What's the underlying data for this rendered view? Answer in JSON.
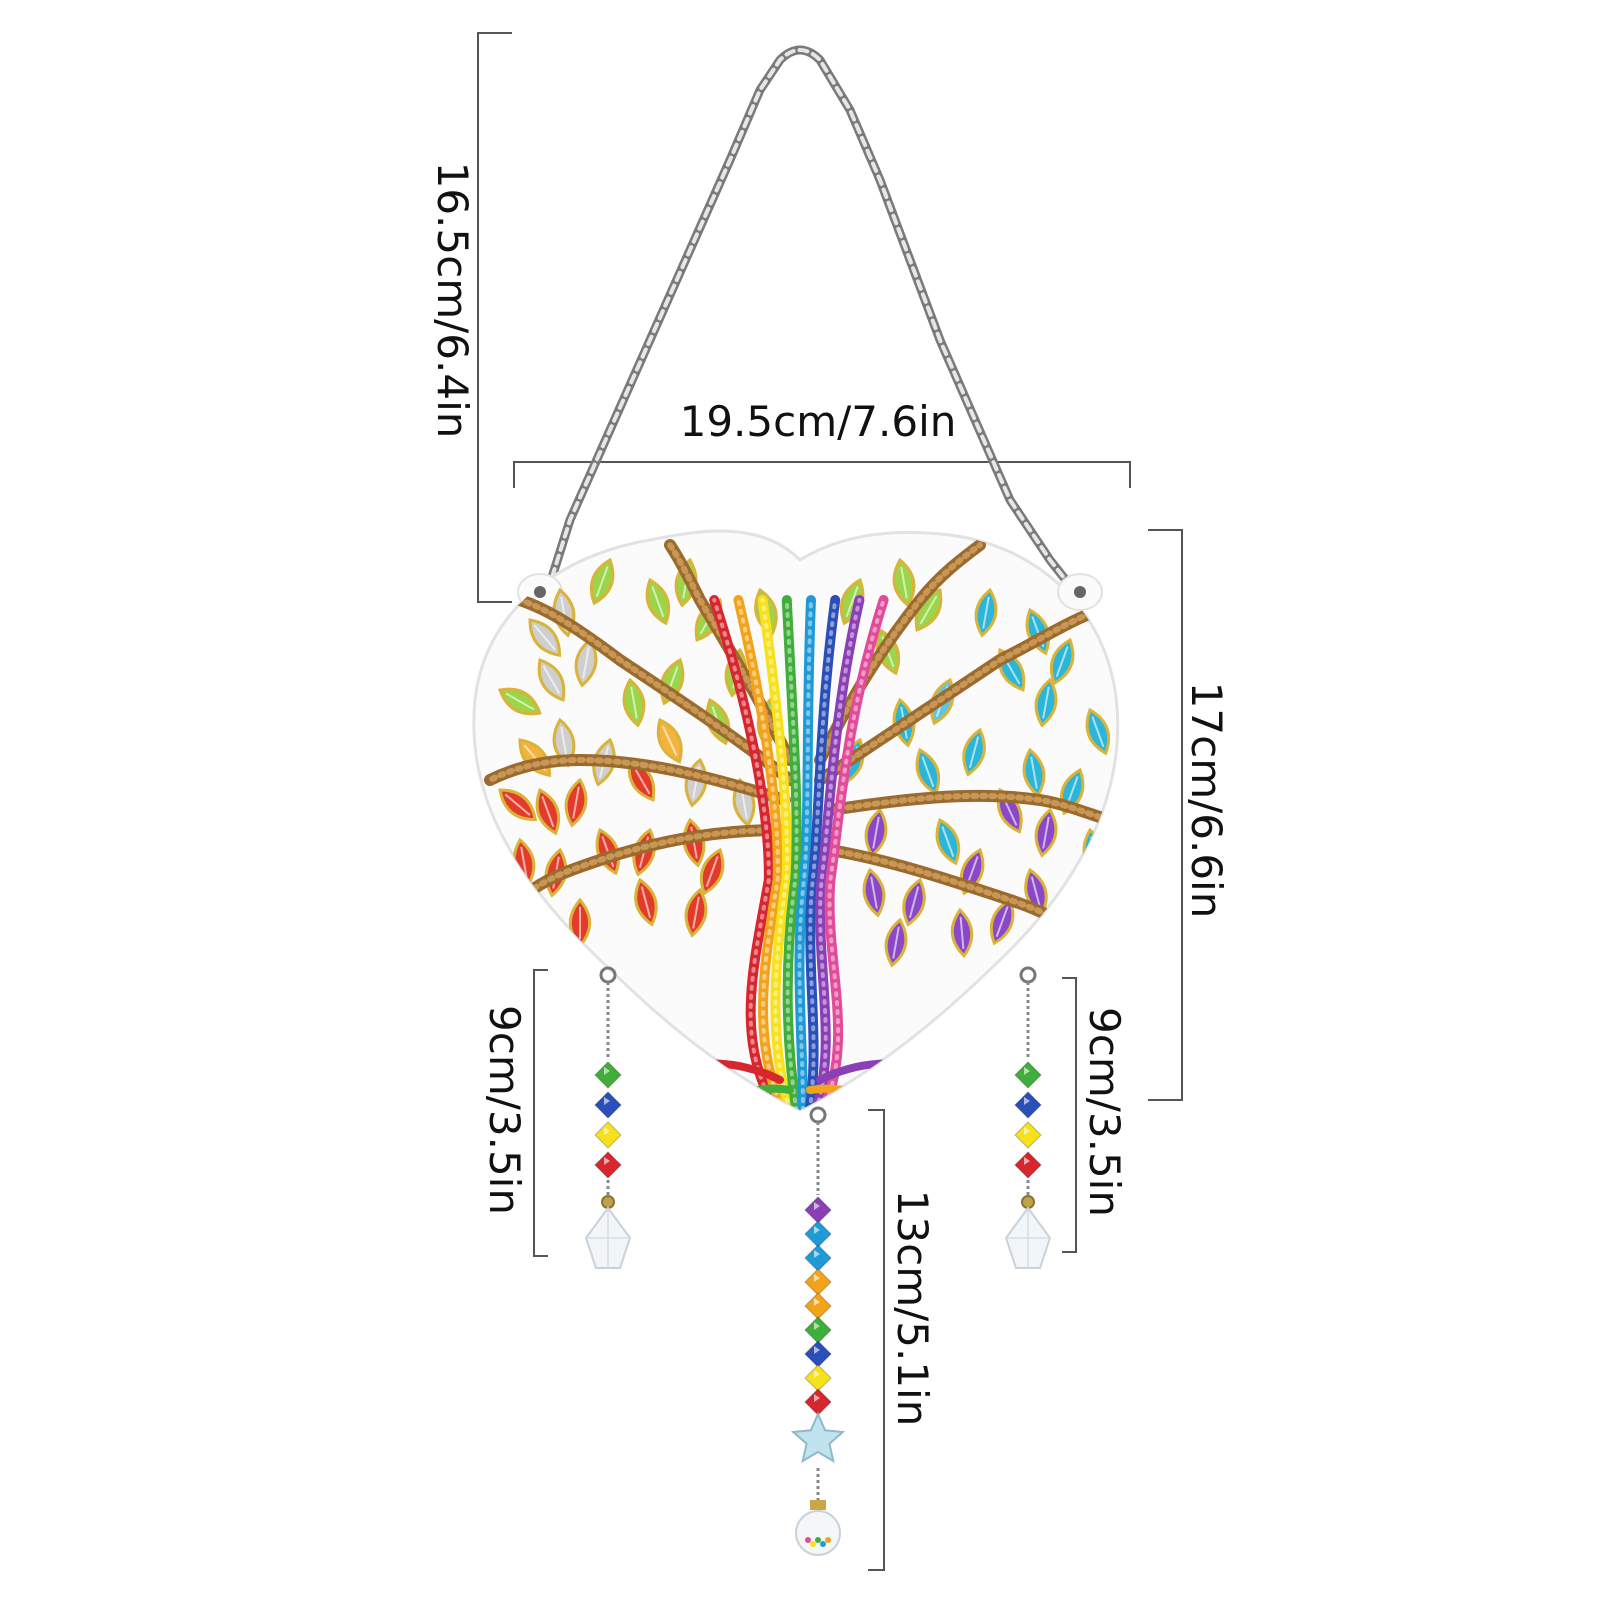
{
  "dimensions": {
    "chain_height": "16.5cm/6.4in",
    "width": "19.5cm/7.6in",
    "heart_height": "17cm/6.6in",
    "left_pendant": "9cm/3.5in",
    "right_pendant": "9cm/3.5in",
    "center_pendant": "13cm/5.1in"
  },
  "colors": {
    "dimension_line": "#555555",
    "chain": "#9a9a9a",
    "trunk_rainbow": [
      "#d8262e",
      "#f2a31a",
      "#f6e11a",
      "#3fae3a",
      "#1e9ad6",
      "#2b4fb8",
      "#8a3fb5",
      "#e24b9a"
    ],
    "leaf_left": [
      "#e23b2a",
      "#f5b33d",
      "#9ad54a",
      "#cfcfcf"
    ],
    "leaf_right": [
      "#2bb5d8",
      "#8a48c8",
      "#5cc7e0"
    ],
    "branch": "#9b6a2e",
    "outline_gold": "#d9b33a"
  }
}
